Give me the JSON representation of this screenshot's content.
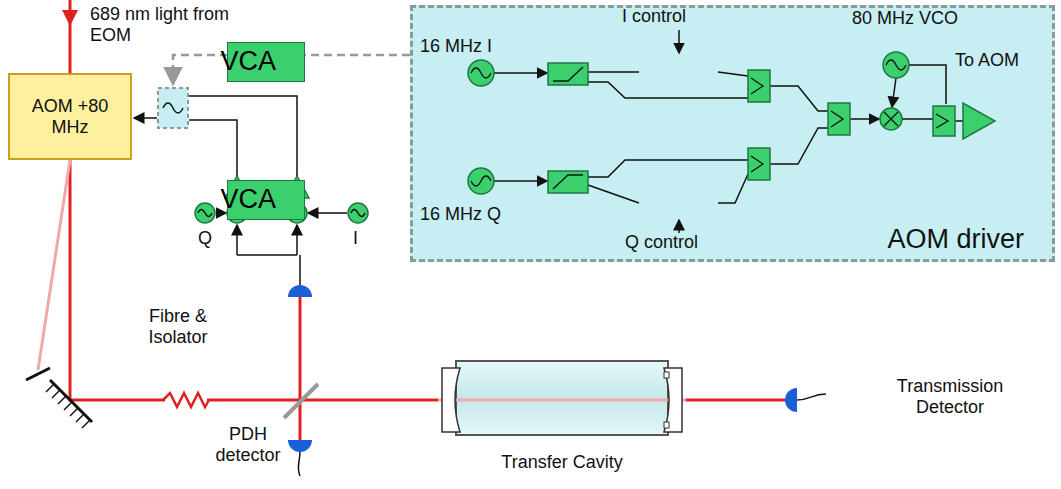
{
  "diagram": {
    "nodes": [
      {
        "text": [
          "AOM +80 MHz"
        ]
      },
      {
        "text": [
          "AOM driver"
        ]
      },
      {
        "text": [
          "VCA"
        ],
        "in": 1
      },
      {
        "text": [
          "VCA"
        ],
        "in": 1
      },
      {
        "text": [
          "Transfer Cavity"
        ]
      }
    ],
    "edges": [
      {
        "from": 0,
        "to": 4,
        "arrow": "none"
      }
    ],
    "labels": [
      "689 nm light from EOM",
      "16 MHz I",
      "I control",
      "80 MHz VCO",
      "To AOM",
      "16 MHz Q",
      "Q control",
      "Q",
      "I",
      "Fibre & Isolator",
      "PDH detector",
      "Transmission Detector"
    ]
  }
}
